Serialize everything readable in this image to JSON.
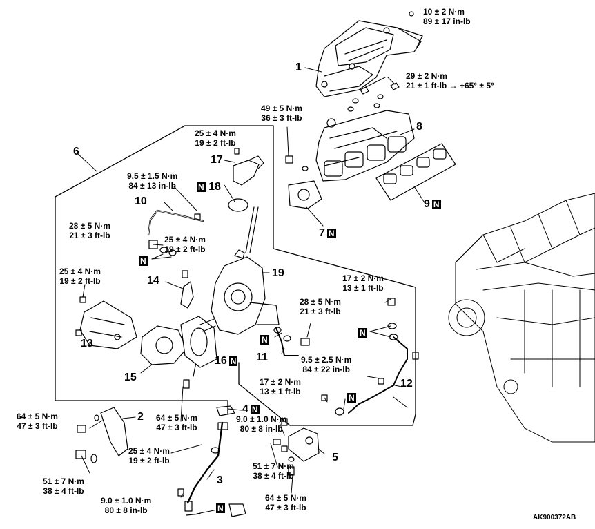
{
  "figure_code": "AK900372AB",
  "new_part_marker": "N",
  "parts": [
    {
      "n": "1",
      "new": false
    },
    {
      "n": "2",
      "new": false
    },
    {
      "n": "3",
      "new": false
    },
    {
      "n": "4",
      "new": true
    },
    {
      "n": "5",
      "new": false
    },
    {
      "n": "6",
      "new": false
    },
    {
      "n": "7",
      "new": true
    },
    {
      "n": "8",
      "new": false
    },
    {
      "n": "9",
      "new": true
    },
    {
      "n": "10",
      "new": false
    },
    {
      "n": "11",
      "new": false
    },
    {
      "n": "12",
      "new": false
    },
    {
      "n": "13",
      "new": false
    },
    {
      "n": "14",
      "new": false
    },
    {
      "n": "15",
      "new": false
    },
    {
      "n": "16",
      "new": true
    },
    {
      "n": "17",
      "new": false
    },
    {
      "n": "18",
      "new": true
    },
    {
      "n": "19",
      "new": false
    }
  ],
  "torques": [
    {
      "nm": "10 ± 2 N·m",
      "imp": "89 ± 17 in-lb"
    },
    {
      "nm": "29 ± 2 N·m",
      "imp": "21 ± 1 ft-lb",
      "extra": "→ +65° ± 5°"
    },
    {
      "nm": "49 ± 5 N·m",
      "imp": "36 ± 3 ft-lb"
    },
    {
      "nm": "25 ± 4 N·m",
      "imp": "19 ± 2 ft-lb"
    },
    {
      "nm": "9.5 ± 1.5 N·m",
      "imp": "84 ± 13 in-lb"
    },
    {
      "nm": "28 ± 5 N·m",
      "imp": "21 ± 3 ft-lb"
    },
    {
      "nm": "25 ± 4 N·m",
      "imp": "19 ± 2 ft-lb"
    },
    {
      "nm": "25 ± 4 N·m",
      "imp": "19 ± 2 ft-lb"
    },
    {
      "nm": "17 ± 2 N·m",
      "imp": "13 ± 1 ft-lb"
    },
    {
      "nm": "28 ± 5 N·m",
      "imp": "21 ± 3 ft-lb"
    },
    {
      "nm": "9.5 ± 2.5 N·m",
      "imp": "84 ± 22 in-lb"
    },
    {
      "nm": "17 ± 2 N·m",
      "imp": "13 ± 1 ft-lb"
    },
    {
      "nm": "64 ± 5 N·m",
      "imp": "47 ± 3 ft-lb"
    },
    {
      "nm": "64 ± 5 N·m",
      "imp": "47 ± 3 ft-lb"
    },
    {
      "nm": "9.0 ± 1.0 N·m",
      "imp": "80 ± 8 in-lb"
    },
    {
      "nm": "25 ± 4 N·m",
      "imp": "19 ± 2 ft-lb"
    },
    {
      "nm": "51 ± 7 N·m",
      "imp": "38 ± 4 ft-lb"
    },
    {
      "nm": "51 ± 7 N·m",
      "imp": "38 ± 4 ft-lb"
    },
    {
      "nm": "9.0 ± 1.0 N·m",
      "imp": "80 ± 8 in-lb"
    },
    {
      "nm": "64 ± 5 N·m",
      "imp": "47 ± 3 ft-lb"
    }
  ]
}
